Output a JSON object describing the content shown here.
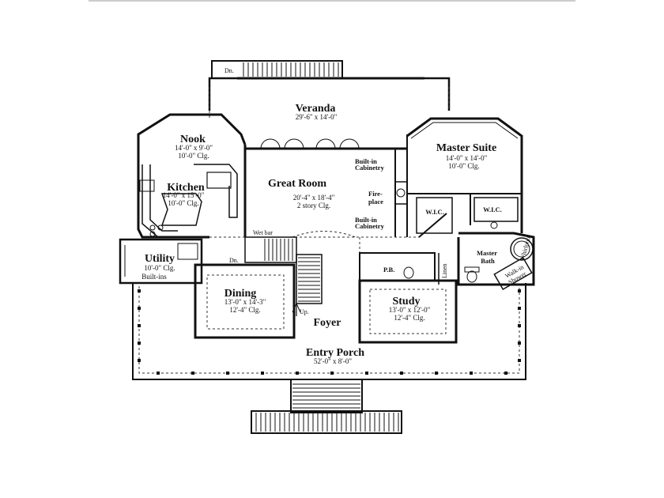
{
  "rooms": {
    "veranda": {
      "name": "Veranda",
      "dims": "29'-6\" x 14'-0\""
    },
    "nook": {
      "name": "Nook",
      "dims": "14'-0\" x 9'-0\"",
      "clg": "10'-0\" Clg."
    },
    "kitchen": {
      "name": "Kitchen",
      "dims": "14'-0\" x 15'-0\"",
      "clg": "10'-0\" Clg."
    },
    "great_room": {
      "name": "Great Room",
      "dims": "20'-4\" x 18'-4\"",
      "clg": "2 story Clg."
    },
    "master_suite": {
      "name": "Master Suite",
      "dims": "14'-0\" x 14'-0\"",
      "clg": "10'-0\" Clg."
    },
    "utility": {
      "name": "Utility",
      "clg": "10'-0\" Clg.",
      "note": "Built-ins"
    },
    "dining": {
      "name": "Dining",
      "dims": "13'-0\" x 14'-3\"",
      "clg": "12'-4\" Clg."
    },
    "study": {
      "name": "Study",
      "dims": "13'-0\" x 12'-0\"",
      "clg": "12'-4\" Clg."
    },
    "foyer": {
      "name": "Foyer"
    },
    "entry_porch": {
      "name": "Entry Porch",
      "dims": "52'-0\" x 8'-0\""
    }
  },
  "labels": {
    "dn_veranda": "Dn.",
    "dn_stair": "Dn.",
    "up": "Up.",
    "wet_bar": "Wet bar",
    "builtin_top_1": "Built-in",
    "builtin_top_2": "Cabinetry",
    "fireplace_1": "Fire-",
    "fireplace_2": "place",
    "builtin_bot_1": "Built-in",
    "builtin_bot_2": "Cabinetry",
    "wic_left": "W.I.C.",
    "wic_right": "W.I.C.",
    "pb": "P.B.",
    "linen": "Linen",
    "master_bath_1": "Master",
    "master_bath_2": "Bath",
    "whirlpool": "Whirlpool",
    "walkin_shower_1": "Walk-in",
    "walkin_shower_2": "Shower"
  }
}
